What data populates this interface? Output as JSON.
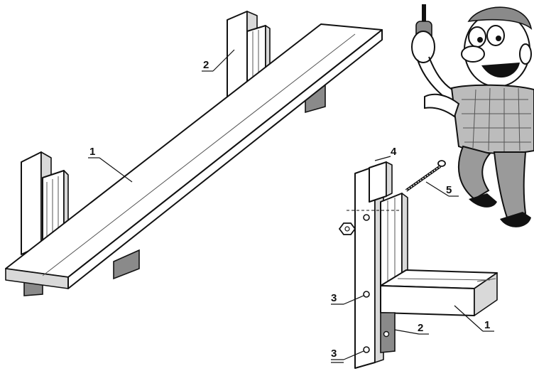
{
  "labels": {
    "board": "1",
    "post": "2",
    "hole": "3",
    "bracket": "4",
    "bolt": "5"
  },
  "colors": {
    "ink": "#111111",
    "shade": "#d9d9d9",
    "dark": "#8a8a8a",
    "paper": "#ffffff"
  },
  "icons": {
    "cartoon": "cartoon-boy-with-screwdriver-icon",
    "nut": "hex-nut-icon",
    "bolt": "threaded-bolt-icon"
  }
}
